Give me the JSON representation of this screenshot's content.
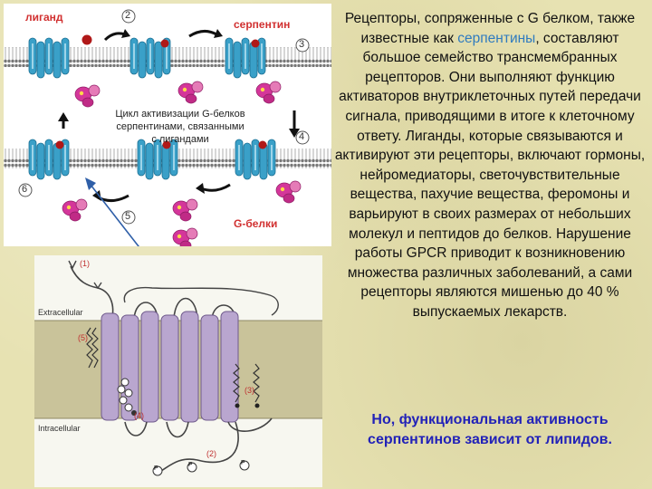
{
  "top_diagram": {
    "label_ligand": "лиганд",
    "label_serpentin": "серпентин",
    "label_g_proteins": "G-белки",
    "cycle_title_1": "Цикл активизации G-белков",
    "cycle_title_2": "серпентинами, связанными",
    "cycle_title_3": "с лигандами",
    "steps": [
      "2",
      "3",
      "4",
      "5",
      "6"
    ]
  },
  "bottom_diagram": {
    "label_extracellular": "Extracellular",
    "label_intracellular": "Intracellular",
    "markers": [
      "(1)",
      "(5)",
      "(3)",
      "(4)",
      "(2)"
    ],
    "p_label": "P"
  },
  "text": {
    "p1": "Рецепторы, сопряженные с G белком, также известные как ",
    "p1_highlight": "серпентины",
    "p2": ", составляют большое семейство трансмембранных рецепторов. Они выполняют функцию активаторов внутриклеточных путей передачи сигнала, приводящими в итоге к клеточному ответу. Лиганды, которые связываются и активируют эти рецепторы, включают гормоны, нейромедиаторы, светочувствительные вещества, пахучие вещества, феромоны и варьируют в своих размерах от небольших молекул и пептидов до белков. Нарушение работы GPCR приводит к возникновению множества различных заболеваний, а сами рецепторы являются мишенью до 40 % выпускаемых лекарств.",
    "final": "Но, функциональная активность серпентинов зависит от липидов."
  },
  "colors": {
    "background": "#e7e2b2",
    "receptor_blue": "#3aa0c8",
    "g_protein_pink": "#d4369a",
    "ligand_red": "#b01818",
    "membrane_tan": "#c9c39a",
    "helix_purple": "#b9a6cf",
    "highlight": "#2f7bbf",
    "final_text": "#2222b8"
  }
}
